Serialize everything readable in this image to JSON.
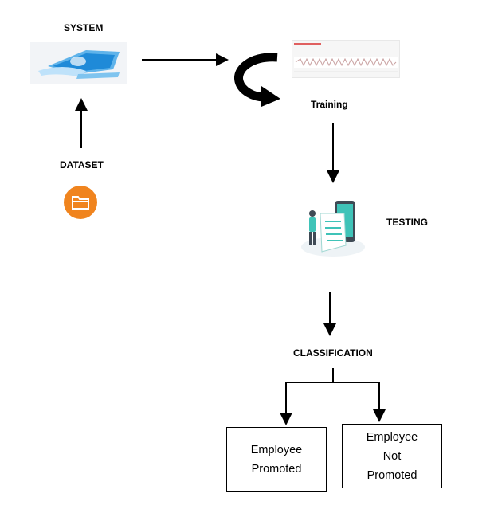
{
  "nodes": {
    "system": "SYSTEM",
    "dataset": "DATASET",
    "training": "Training",
    "testing": "TESTING",
    "classification": "CLASSIFICATION"
  },
  "outcomes": {
    "promoted": [
      "Employee",
      "Promoted"
    ],
    "not_promoted": [
      "Employee",
      "Not",
      "Promoted"
    ]
  },
  "icons": {
    "system": "computer-laptop-icon",
    "dataset": "folder-icon",
    "training": "training-screenshot-icon",
    "loop": "curved-arrow-icon",
    "testing": "testing-illustration-icon"
  },
  "colors": {
    "folder_orange": "#f0841e",
    "system_blue": "#1f8ad8",
    "arrow": "#000000"
  }
}
